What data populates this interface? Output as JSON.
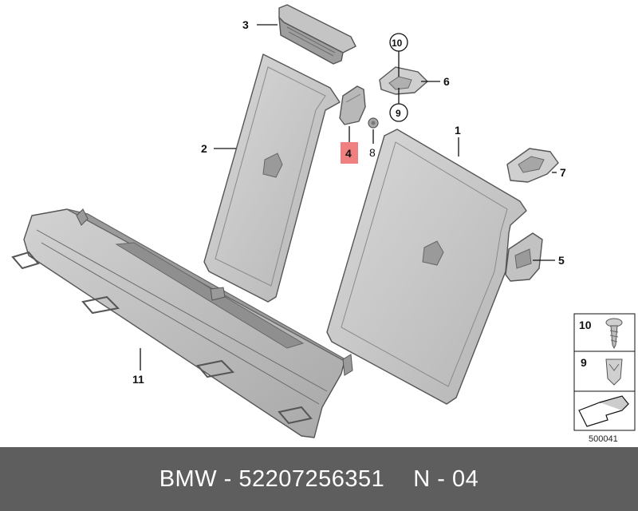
{
  "diagram": {
    "callouts": {
      "c1": "1",
      "c2": "2",
      "c3": "3",
      "c4": "4",
      "c5": "5",
      "c6": "6",
      "c7": "7",
      "c8": "8",
      "c9": "9",
      "c10": "10",
      "c11": "11"
    },
    "legend": {
      "item10": "10",
      "item9": "9"
    },
    "diagram_number": "500041",
    "highlight_color": "#f08080"
  },
  "footer": {
    "part_label": "BMW - 52207256351",
    "position_label": "N - 04"
  }
}
